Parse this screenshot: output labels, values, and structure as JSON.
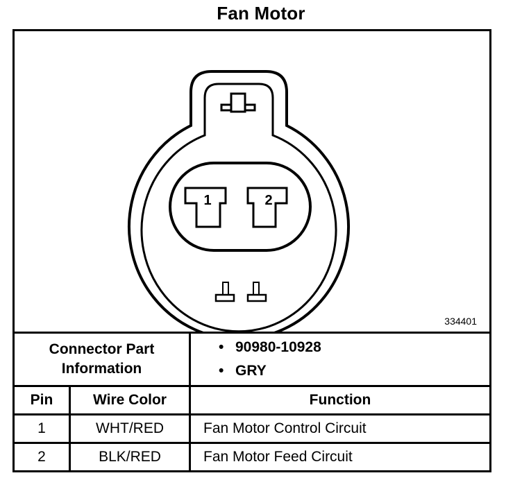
{
  "title": "Fan Motor",
  "figure_id": "334401",
  "connector": {
    "pin_labels": [
      "1",
      "2"
    ],
    "part_info_label": "Connector Part Information",
    "part_info_values": [
      "90980-10928",
      "GRY"
    ],
    "bullet": "•"
  },
  "table": {
    "headers": {
      "pin": "Pin",
      "wire_color": "Wire Color",
      "function": "Function"
    },
    "rows": [
      {
        "pin": "1",
        "wire_color": "WHT/RED",
        "function": "Fan Motor Control Circuit"
      },
      {
        "pin": "2",
        "wire_color": "BLK/RED",
        "function": "Fan Motor Feed Circuit"
      }
    ]
  }
}
